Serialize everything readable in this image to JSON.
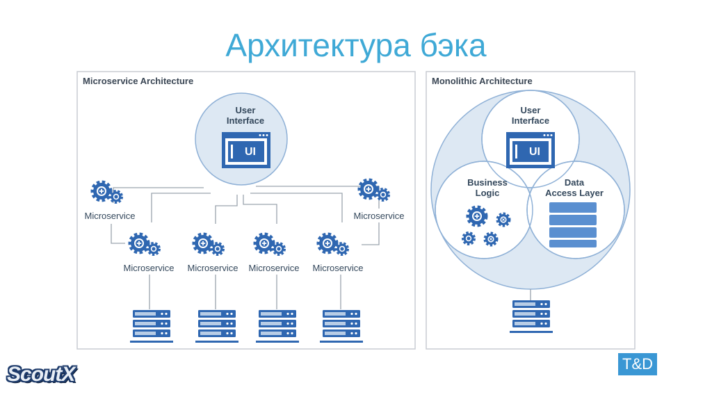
{
  "slide": {
    "title": "Архитектура бэка"
  },
  "microservice": {
    "panel_title": "Microservice Architecture",
    "ui_label_line1": "User",
    "ui_label_line2": "Interface",
    "ui_badge": "UI",
    "service_label": "Microservice"
  },
  "monolith": {
    "panel_title": "Monolithic Architecture",
    "ui_label_line1": "User",
    "ui_label_line2": "Interface",
    "ui_badge": "UI",
    "logic_line1": "Business",
    "logic_line2": "Logic",
    "data_line1": "Data",
    "data_line2": "Access Layer"
  },
  "logos": {
    "left": "ScoutX",
    "right": "T&D"
  },
  "colors": {
    "title": "#3fa9d6",
    "accent": "#2f67b1",
    "light_fill": "#dde8f3",
    "panel_border": "#c8ccd2"
  },
  "icons": [
    "gear-icon",
    "database-server-icon",
    "ui-window-icon"
  ]
}
